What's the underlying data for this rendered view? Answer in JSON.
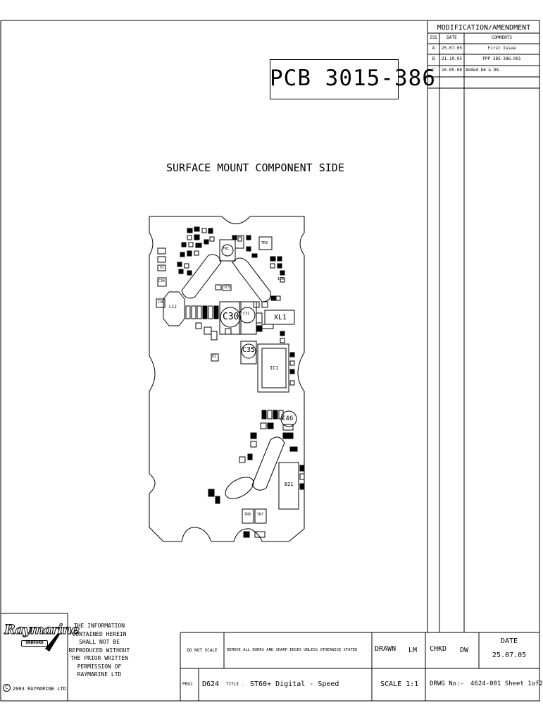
{
  "drawing": {
    "pcb_number": "PCB 3015-386",
    "view_title": "SURFACE MOUNT COMPONENT SIDE"
  },
  "modifications": {
    "heading": "MODIFICATION/AMENDMENT",
    "columns": [
      "ISS",
      "DATE",
      "COMMENTS"
    ],
    "rows": [
      {
        "iss": "A",
        "date": "25.07.05",
        "comment": "First Issue"
      },
      {
        "iss": "B",
        "date": "21.10.05",
        "comment": "PPP 385-386.001"
      },
      {
        "iss": "C",
        "date": "16.05.08",
        "comment": "Added D6 & D8."
      }
    ]
  },
  "components": {
    "C30": "C30",
    "C35": "C35",
    "C46": "C46",
    "XL1": "XL1",
    "IC1": "IC1",
    "B21": "B21",
    "L12": "L12",
    "D1": "D1",
    "C38": "C38",
    "C34": "C34",
    "C31": "C31",
    "V1": "V1",
    "IC3": "IC3",
    "TR9": "TR9",
    "TR8": "TR8",
    "TR7": "TR7",
    "TR1": "TR1",
    "IC5": "IC5"
  },
  "logo": {
    "brand": "Raymarine",
    "sub": "ONBOARD"
  },
  "copyright": "2003 RAYMARINE LTD",
  "copyright_symbol": "C",
  "notice": [
    "THE INFORMATION",
    "CONTAINED HEREIN",
    "SHALL NOT BE",
    "REPRODUCED WITHOUT",
    "THE PRIOR WRITTEN",
    "PERMISSION OF",
    "RAYMARINE LTD"
  ],
  "title_block": {
    "do_not_scale": "DO NOT SCALE",
    "remove_burrs": "REMOVE ALL BURRS AND SHARP EDGES UNLESS OTHERWISE STATED",
    "drawn_label": "DRAWN",
    "drawn_value": "LM",
    "chkd_label": "CHKD",
    "chkd_value": "DW",
    "date_label": "DATE",
    "date_value": "25.07.05",
    "proj_label": "PROJ",
    "proj_value": "D624",
    "title_label": "TITLE .",
    "title_value": "ST60+ Digital - Speed",
    "scale": "SCALE 1:1",
    "dwg_label": "DRWG No:-",
    "dwg_value": "4624-001 Sheet 1of2"
  }
}
